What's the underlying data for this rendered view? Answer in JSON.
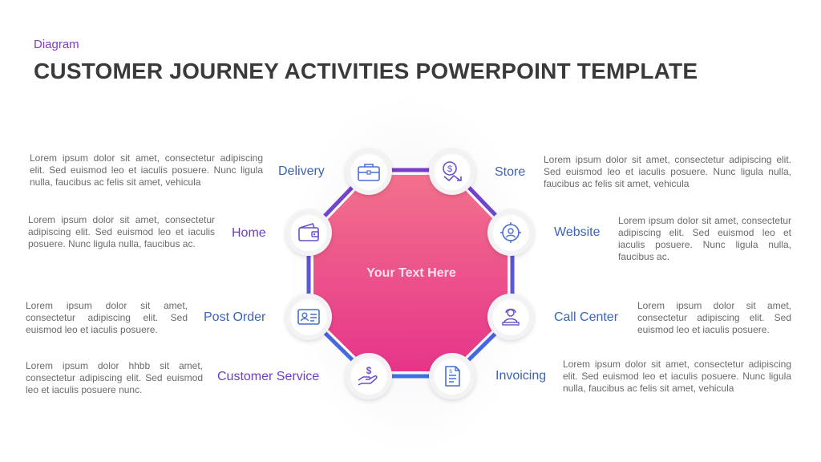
{
  "header": {
    "subtitle": "Diagram",
    "title": "CUSTOMER JOURNEY ACTIVITIES POWERPOINT TEMPLATE"
  },
  "center": {
    "text": "Your Text Here"
  },
  "colors": {
    "accent_purple": "#6a3fc0",
    "accent_blue": "#3b63b8",
    "gradient_top": "#f0678a",
    "gradient_bottom": "#e83c86",
    "ring_top": "#7b3fc6",
    "ring_bottom": "#3f6fe0"
  },
  "stages": [
    {
      "label": "Delivery",
      "icon": "briefcase-icon",
      "text": "Lorem ipsum dolor sit amet, consectetur adipiscing elit. Sed euismod leo et iaculis posuere. Nunc ligula nulla, faucibus ac felis sit amet, vehicula"
    },
    {
      "label": "Store",
      "icon": "dollar-arrow-icon",
      "text": "Lorem ipsum dolor sit amet, consectetur adipiscing elit. Sed euismod leo et iaculis posuere. Nunc ligula nulla, faucibus ac felis sit amet, vehicula"
    },
    {
      "label": "Home",
      "icon": "wallet-icon",
      "text": "Lorem ipsum dolor sit amet, consectetur adipiscing elit. Sed euismod leo et iaculis posuere. Nunc ligula nulla, faucibus ac."
    },
    {
      "label": "Website",
      "icon": "target-user-icon",
      "text": "Lorem ipsum dolor sit amet, consectetur adipiscing elit. Sed euismod leo et iaculis posuere. Nunc ligula nulla, faucibus ac."
    },
    {
      "label": "Post Order",
      "icon": "id-card-icon",
      "text": "Lorem ipsum dolor sit amet, consectetur adipiscing elit. Sed euismod leo et iaculis posuere."
    },
    {
      "label": "Call Center",
      "icon": "operator-icon",
      "text": "Lorem ipsum dolor sit amet, consectetur adipiscing elit. Sed euismod leo et iaculis posuere."
    },
    {
      "label": "Customer Service",
      "icon": "hand-dollar-icon",
      "text": "Lorem ipsum dolor hhbb sit amet, consectetur adipiscing elit. Sed euismod leo et iaculis posuere nunc."
    },
    {
      "label": "Invoicing",
      "icon": "invoice-icon",
      "text": "Lorem ipsum dolor sit amet, consectetur adipiscing elit. Sed euismod leo et iaculis posuere. Nunc ligula nulla, faucibus ac felis sit amet, vehicula"
    }
  ]
}
